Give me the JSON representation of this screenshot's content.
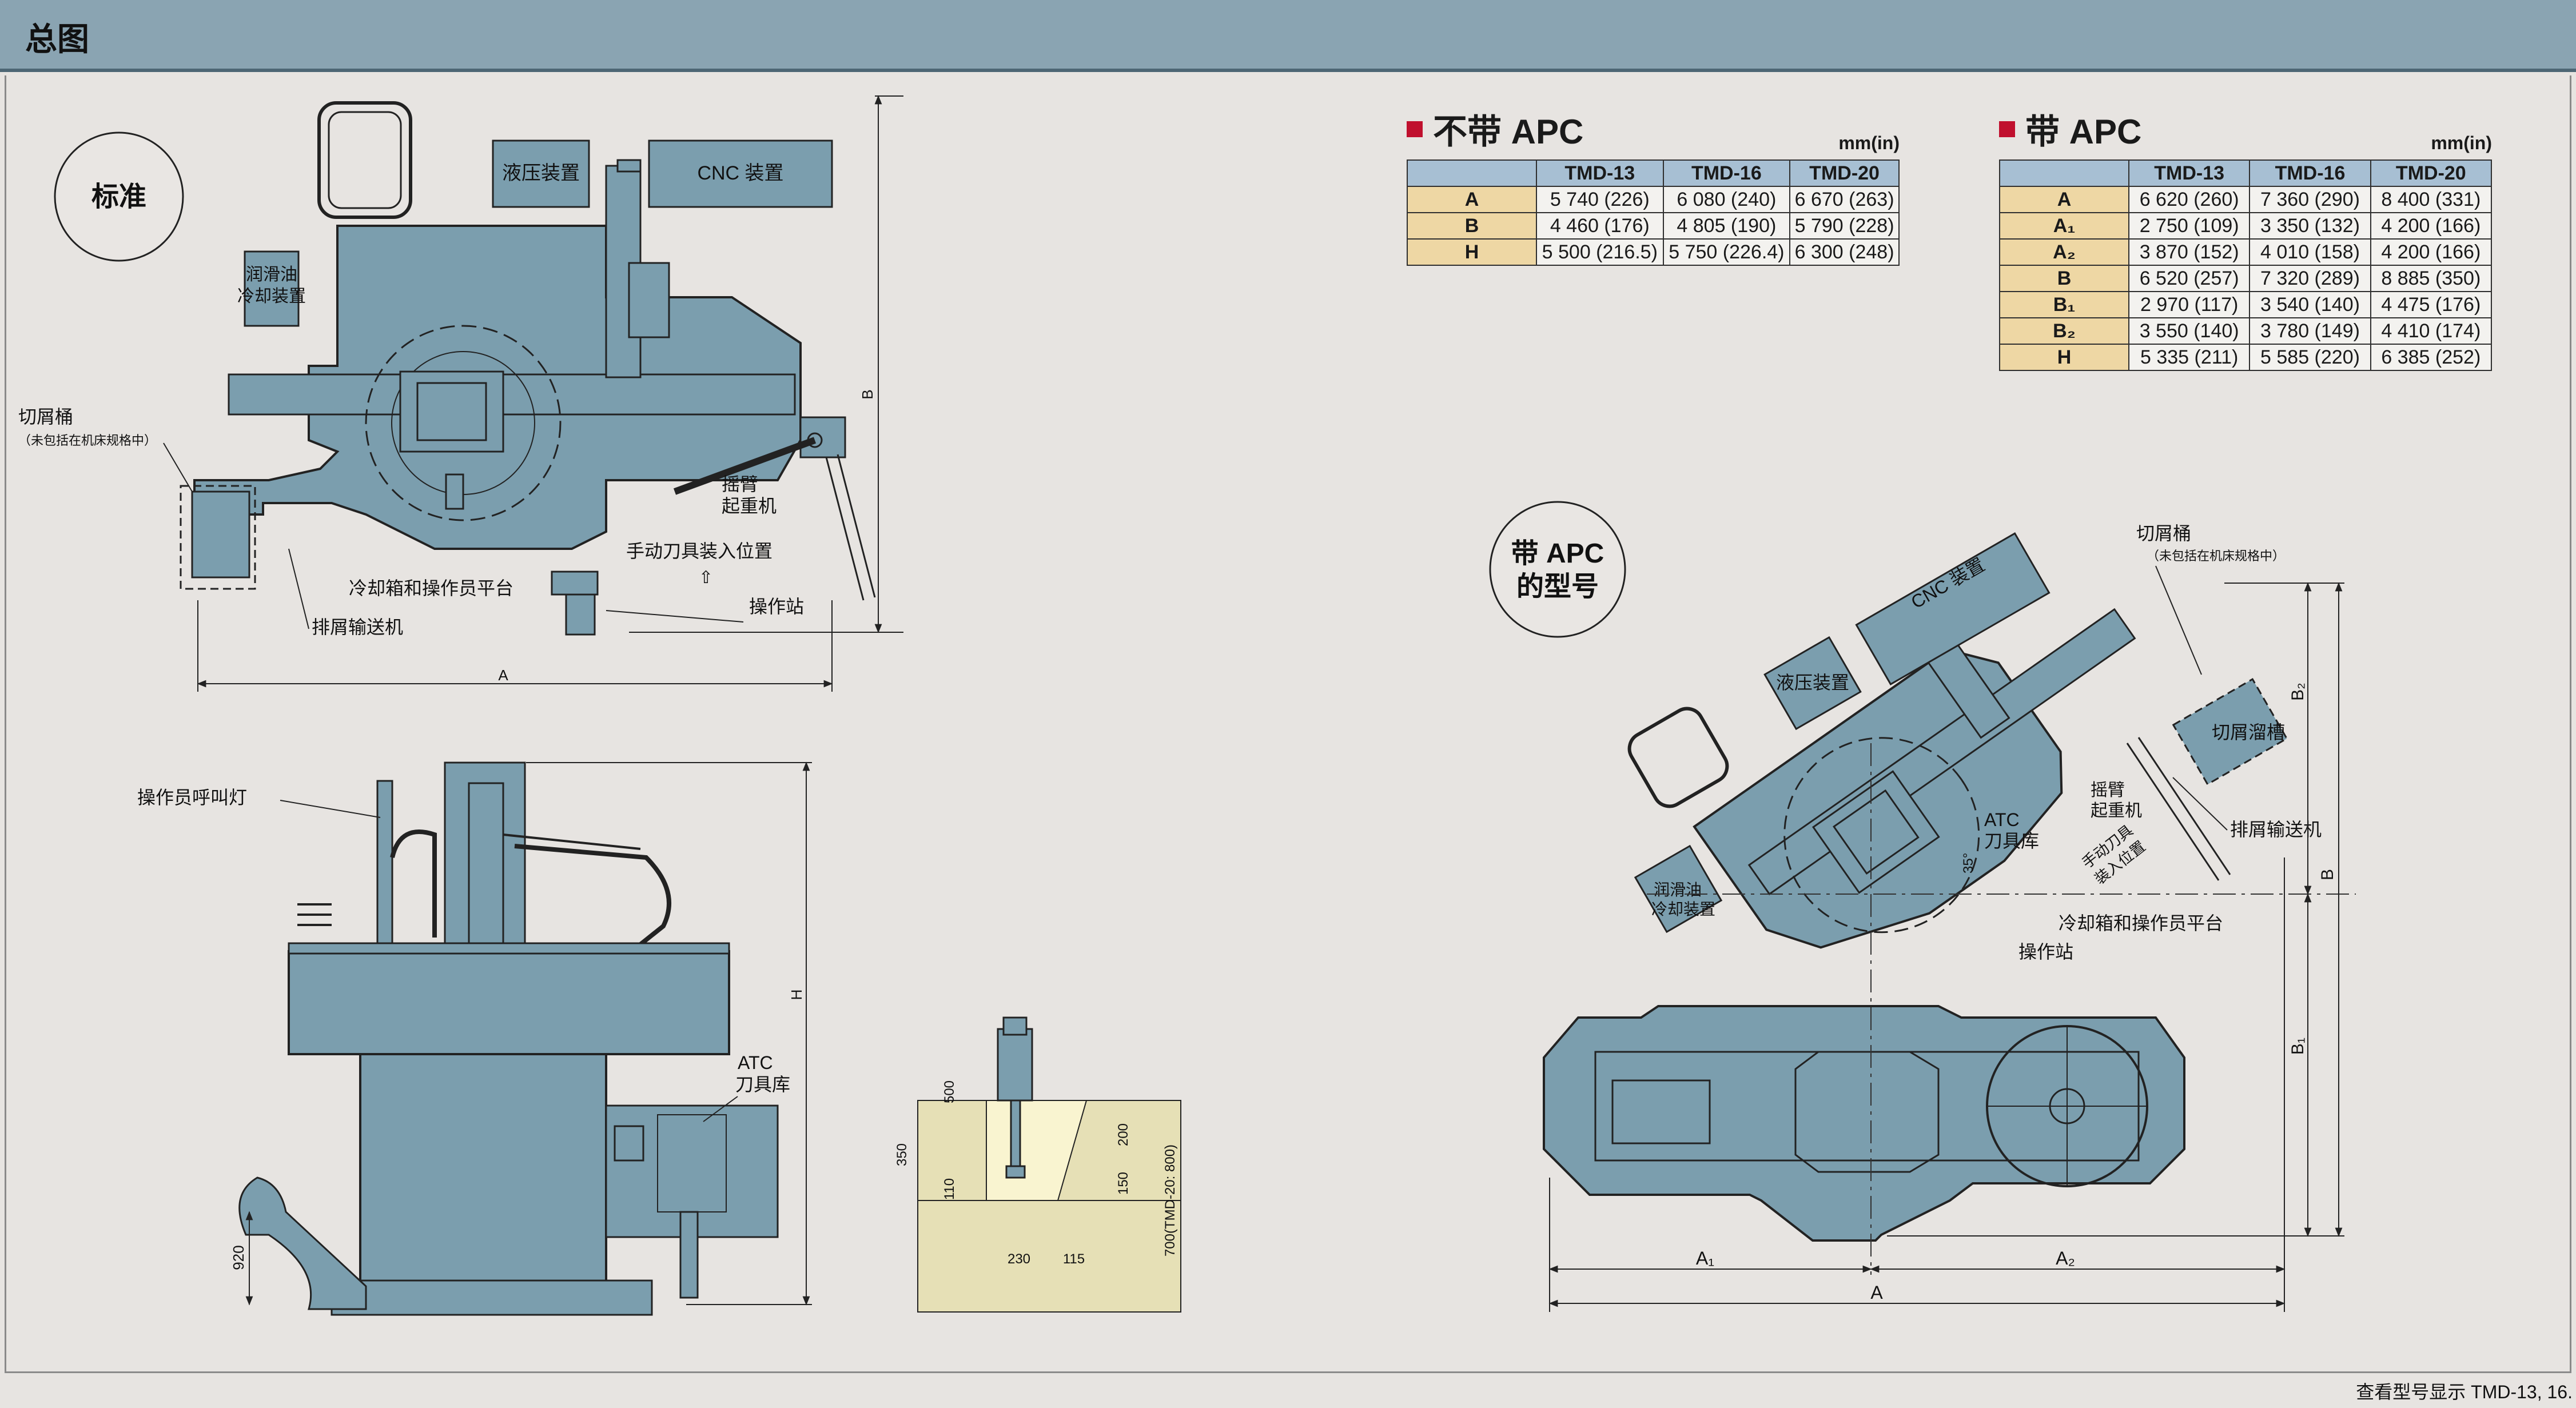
{
  "page": {
    "title": "总图",
    "footer_note": "查看型号显示 TMD-13, 16."
  },
  "colors": {
    "header_bg": "#8aa4b2",
    "machine_fill": "#7b9eae",
    "row_key_fill": "#eed7a4",
    "table_header_fill": "#a7bfd3",
    "marker_red": "#c0102e"
  },
  "table_no_apc": {
    "title": "不带 APC",
    "unit": "mm(in)",
    "columns": [
      "TMD-13",
      "TMD-16",
      "TMD-20"
    ],
    "rows": [
      {
        "key": "A",
        "values": [
          "5 740 (226)",
          "6 080 (240)",
          "6 670 (263)"
        ]
      },
      {
        "key": "B",
        "values": [
          "4 460 (176)",
          "4 805 (190)",
          "5 790 (228)"
        ]
      },
      {
        "key": "H",
        "values": [
          "5 500 (216.5)",
          "5 750 (226.4)",
          "6 300 (248)"
        ]
      }
    ]
  },
  "table_apc": {
    "title": "带 APC",
    "unit": "mm(in)",
    "columns": [
      "TMD-13",
      "TMD-16",
      "TMD-20"
    ],
    "rows": [
      {
        "key": "A",
        "values": [
          "6 620 (260)",
          "7 360 (290)",
          "8 400 (331)"
        ]
      },
      {
        "key": "A₁",
        "values": [
          "2 750 (109)",
          "3 350 (132)",
          "4 200 (166)"
        ]
      },
      {
        "key": "A₂",
        "values": [
          "3 870 (152)",
          "4 010 (158)",
          "4 200 (166)"
        ]
      },
      {
        "key": "B",
        "values": [
          "6 520 (257)",
          "7 320 (289)",
          "8 885 (350)"
        ]
      },
      {
        "key": "B₁",
        "values": [
          "2 970 (117)",
          "3 540 (140)",
          "4 475 (176)"
        ]
      },
      {
        "key": "B₂",
        "values": [
          "3 550 (140)",
          "3 780 (149)",
          "4 410 (174)"
        ]
      },
      {
        "key": "H",
        "values": [
          "5 335 (211)",
          "5 585 (220)",
          "6 385 (252)"
        ]
      }
    ]
  },
  "standard_plan": {
    "badge": "标准",
    "hydraulic": "液压装置",
    "cnc": "CNC 装置",
    "lube_line1": "润滑油",
    "lube_line2": "冷却装置",
    "chip_bucket": "切屑桶",
    "chip_bucket_note": "（未包括在机床规格中）",
    "crane_line1": "摇臂",
    "crane_line2": "起重机",
    "manual_tool": "手动刀具装入位置",
    "coolant_platform": "冷却箱和操作员平台",
    "station": "操作站",
    "conveyor": "排屑输送机",
    "dim_a": "A",
    "dim_b": "B"
  },
  "elevation": {
    "call_light": "操作员呼叫灯",
    "atc_line1": "ATC",
    "atc_line2": "刀具库",
    "dim_h": "H",
    "dim_920": "920"
  },
  "foundation": {
    "d500": "500",
    "d350": "350",
    "d110": "110",
    "d200": "200",
    "d150": "150",
    "d230": "230",
    "d115": "115",
    "d700": "700(TMD-20: 800)"
  },
  "apc_plan": {
    "badge_line1": "带 APC",
    "badge_line2": "的型号",
    "cnc": "CNC 装置",
    "hydraulic": "液压装置",
    "chip_bucket": "切屑桶",
    "chip_bucket_note": "（未包括在机床规格中）",
    "chip_chute": "切屑溜槽",
    "conveyor": "排屑输送机",
    "crane_line1": "摇臂",
    "crane_line2": "起重机",
    "atc_line1": "ATC",
    "atc_line2": "刀具库",
    "manual_line1": "手动刀具",
    "manual_line2": "装入位置",
    "lube_line1": "润滑油",
    "lube_line2": "冷却装置",
    "coolant_platform": "冷却箱和操作员平台",
    "station": "操作站",
    "angle": "35°",
    "dim_a": "A",
    "dim_a1": "A₁",
    "dim_a2": "A₂",
    "dim_b": "B",
    "dim_b1": "B₁",
    "dim_b2": "B₂"
  }
}
